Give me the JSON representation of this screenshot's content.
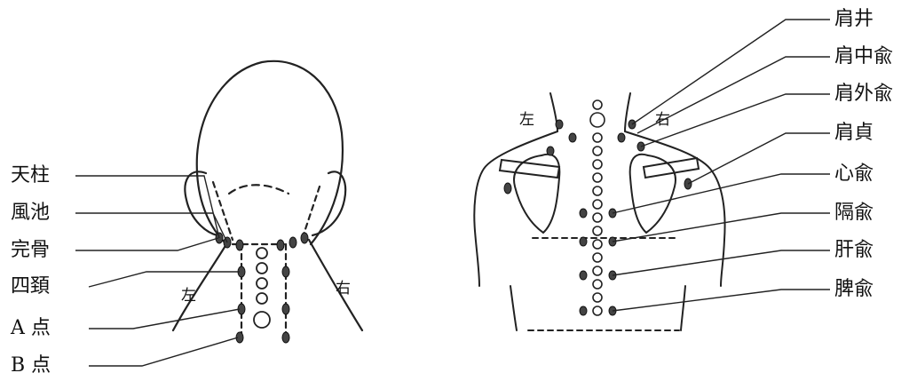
{
  "left_figure": {
    "labels": [
      "天柱",
      "風池",
      "完骨",
      "四頚",
      "A 点",
      "B 点"
    ],
    "side_left": "左",
    "side_right": "右"
  },
  "right_figure": {
    "labels": [
      "肩井",
      "肩中兪",
      "肩外兪",
      "肩貞",
      "心兪",
      "隔兪",
      "肝兪",
      "脾兪"
    ],
    "side_left": "左",
    "side_right": "右"
  }
}
